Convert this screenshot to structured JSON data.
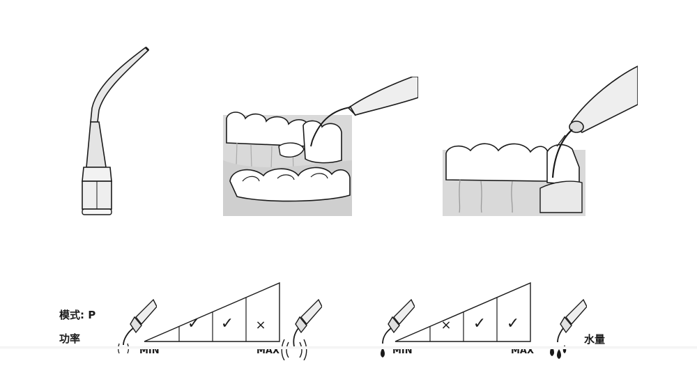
{
  "left_scale": {
    "mode_label": "模式: P",
    "power_label": "功率",
    "min_label": "MIN",
    "max_label": "MAX",
    "marks": [
      "✓",
      "✓",
      "×"
    ]
  },
  "right_scale": {
    "water_label": "水量",
    "min_label": "MIN",
    "max_label": "MAX",
    "marks": [
      "×",
      "✓",
      "✓"
    ]
  },
  "colors": {
    "line": "#1a1a1a",
    "gum_fill": "#dcdcdc",
    "tooth_fill": "#ffffff",
    "tip_fill": "#e6e6e6"
  }
}
